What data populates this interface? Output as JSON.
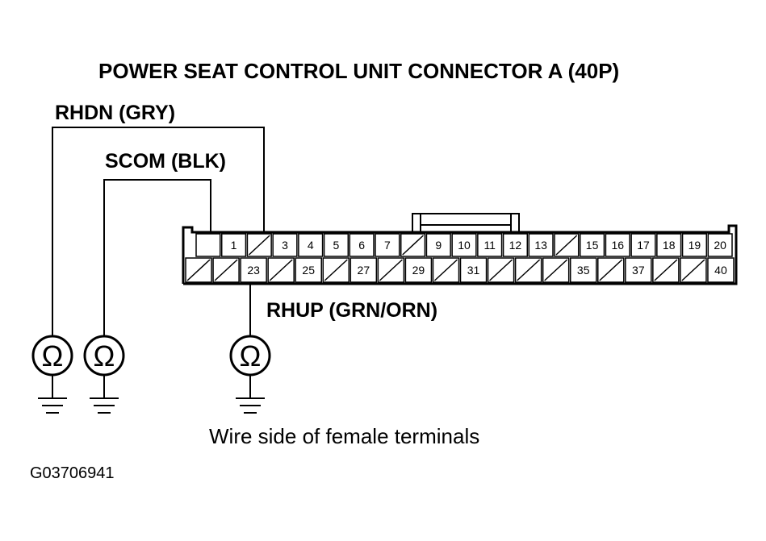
{
  "title": "POWER SEAT CONTROL UNIT CONNECTOR A (40P)",
  "wires": {
    "rhdn": "RHDN (GRY)",
    "scom": "SCOM (BLK)",
    "rhup": "RHUP (GRN/ORN)"
  },
  "caption": "Wire side of female terminals",
  "figure_code": "G03706941",
  "meter_symbol": "Ω",
  "connector": {
    "top_row": [
      "",
      "1",
      "/",
      "3",
      "4",
      "5",
      "6",
      "7",
      "/",
      "9",
      "10",
      "11",
      "12",
      "13",
      "/",
      "15",
      "16",
      "17",
      "18",
      "19",
      "20"
    ],
    "bottom_row": [
      "/",
      "/",
      "23",
      "/",
      "25",
      "/",
      "27",
      "/",
      "29",
      "/",
      "31",
      "/",
      "/",
      "/",
      "35",
      "/",
      "37",
      "/",
      "/",
      "40"
    ]
  }
}
